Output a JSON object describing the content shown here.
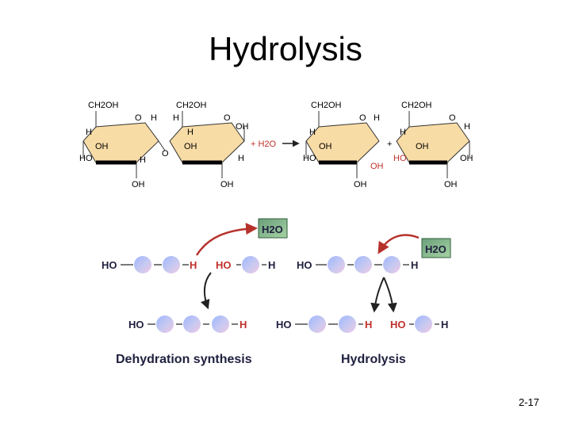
{
  "slide": {
    "title": "Hydrolysis",
    "page_number": "2-17"
  },
  "colors": {
    "ring_fill": "#f8dca6",
    "water_box_fill": "#7fb888",
    "arrow_red": "#b5322b",
    "text_dark": "#1f1f3f",
    "reactant_red": "#c0302a"
  },
  "sugar_diagram": {
    "left_ring1": {
      "ch2oh": "CH2OH",
      "o": "O",
      "h_top": "H",
      "h_left": "H",
      "oh_mid": "OH",
      "ho_left": "HO",
      "oh_bottom": "OH",
      "h_bottom": "H"
    },
    "left_ring2": {
      "ch2oh": "CH2OH",
      "h_top": "H",
      "o": "O",
      "oh_right": "OH",
      "oh_mid": "OH",
      "h_bottom_right": "H",
      "oh_bottom": "OH",
      "h_left": "H"
    },
    "bridge_o": "O",
    "plus_water": "+ H2O",
    "plus_sign": "+",
    "right_ring1": {
      "ch2oh": "CH2OH",
      "o": "O",
      "h_top": "H",
      "oh_mid": "OH",
      "ho_left": "HO",
      "oh_red": "OH",
      "oh_bottom": "OH",
      "h_left": "H"
    },
    "right_ring2": {
      "ch2oh": "CH2OH",
      "o": "O",
      "h_right": "H",
      "oh_mid": "OH",
      "ho_red": "HO",
      "oh_right": "OH",
      "oh_bottom": "OH",
      "h_left": "H"
    }
  },
  "dehydration_panel": {
    "water_label": "H2O",
    "top_left_ho": "HO",
    "top_left_h": "H",
    "top_right_ho": "HO",
    "top_right_h": "H",
    "bottom_ho": "HO",
    "bottom_h": "H",
    "caption": "Dehydration synthesis"
  },
  "hydrolysis_panel": {
    "water_label": "H2O",
    "top_ho": "HO",
    "top_h": "H",
    "bottom_left_ho": "HO",
    "bottom_left_h": "H",
    "bottom_right_ho": "HO",
    "bottom_right_h": "H",
    "caption": "Hydrolysis"
  }
}
